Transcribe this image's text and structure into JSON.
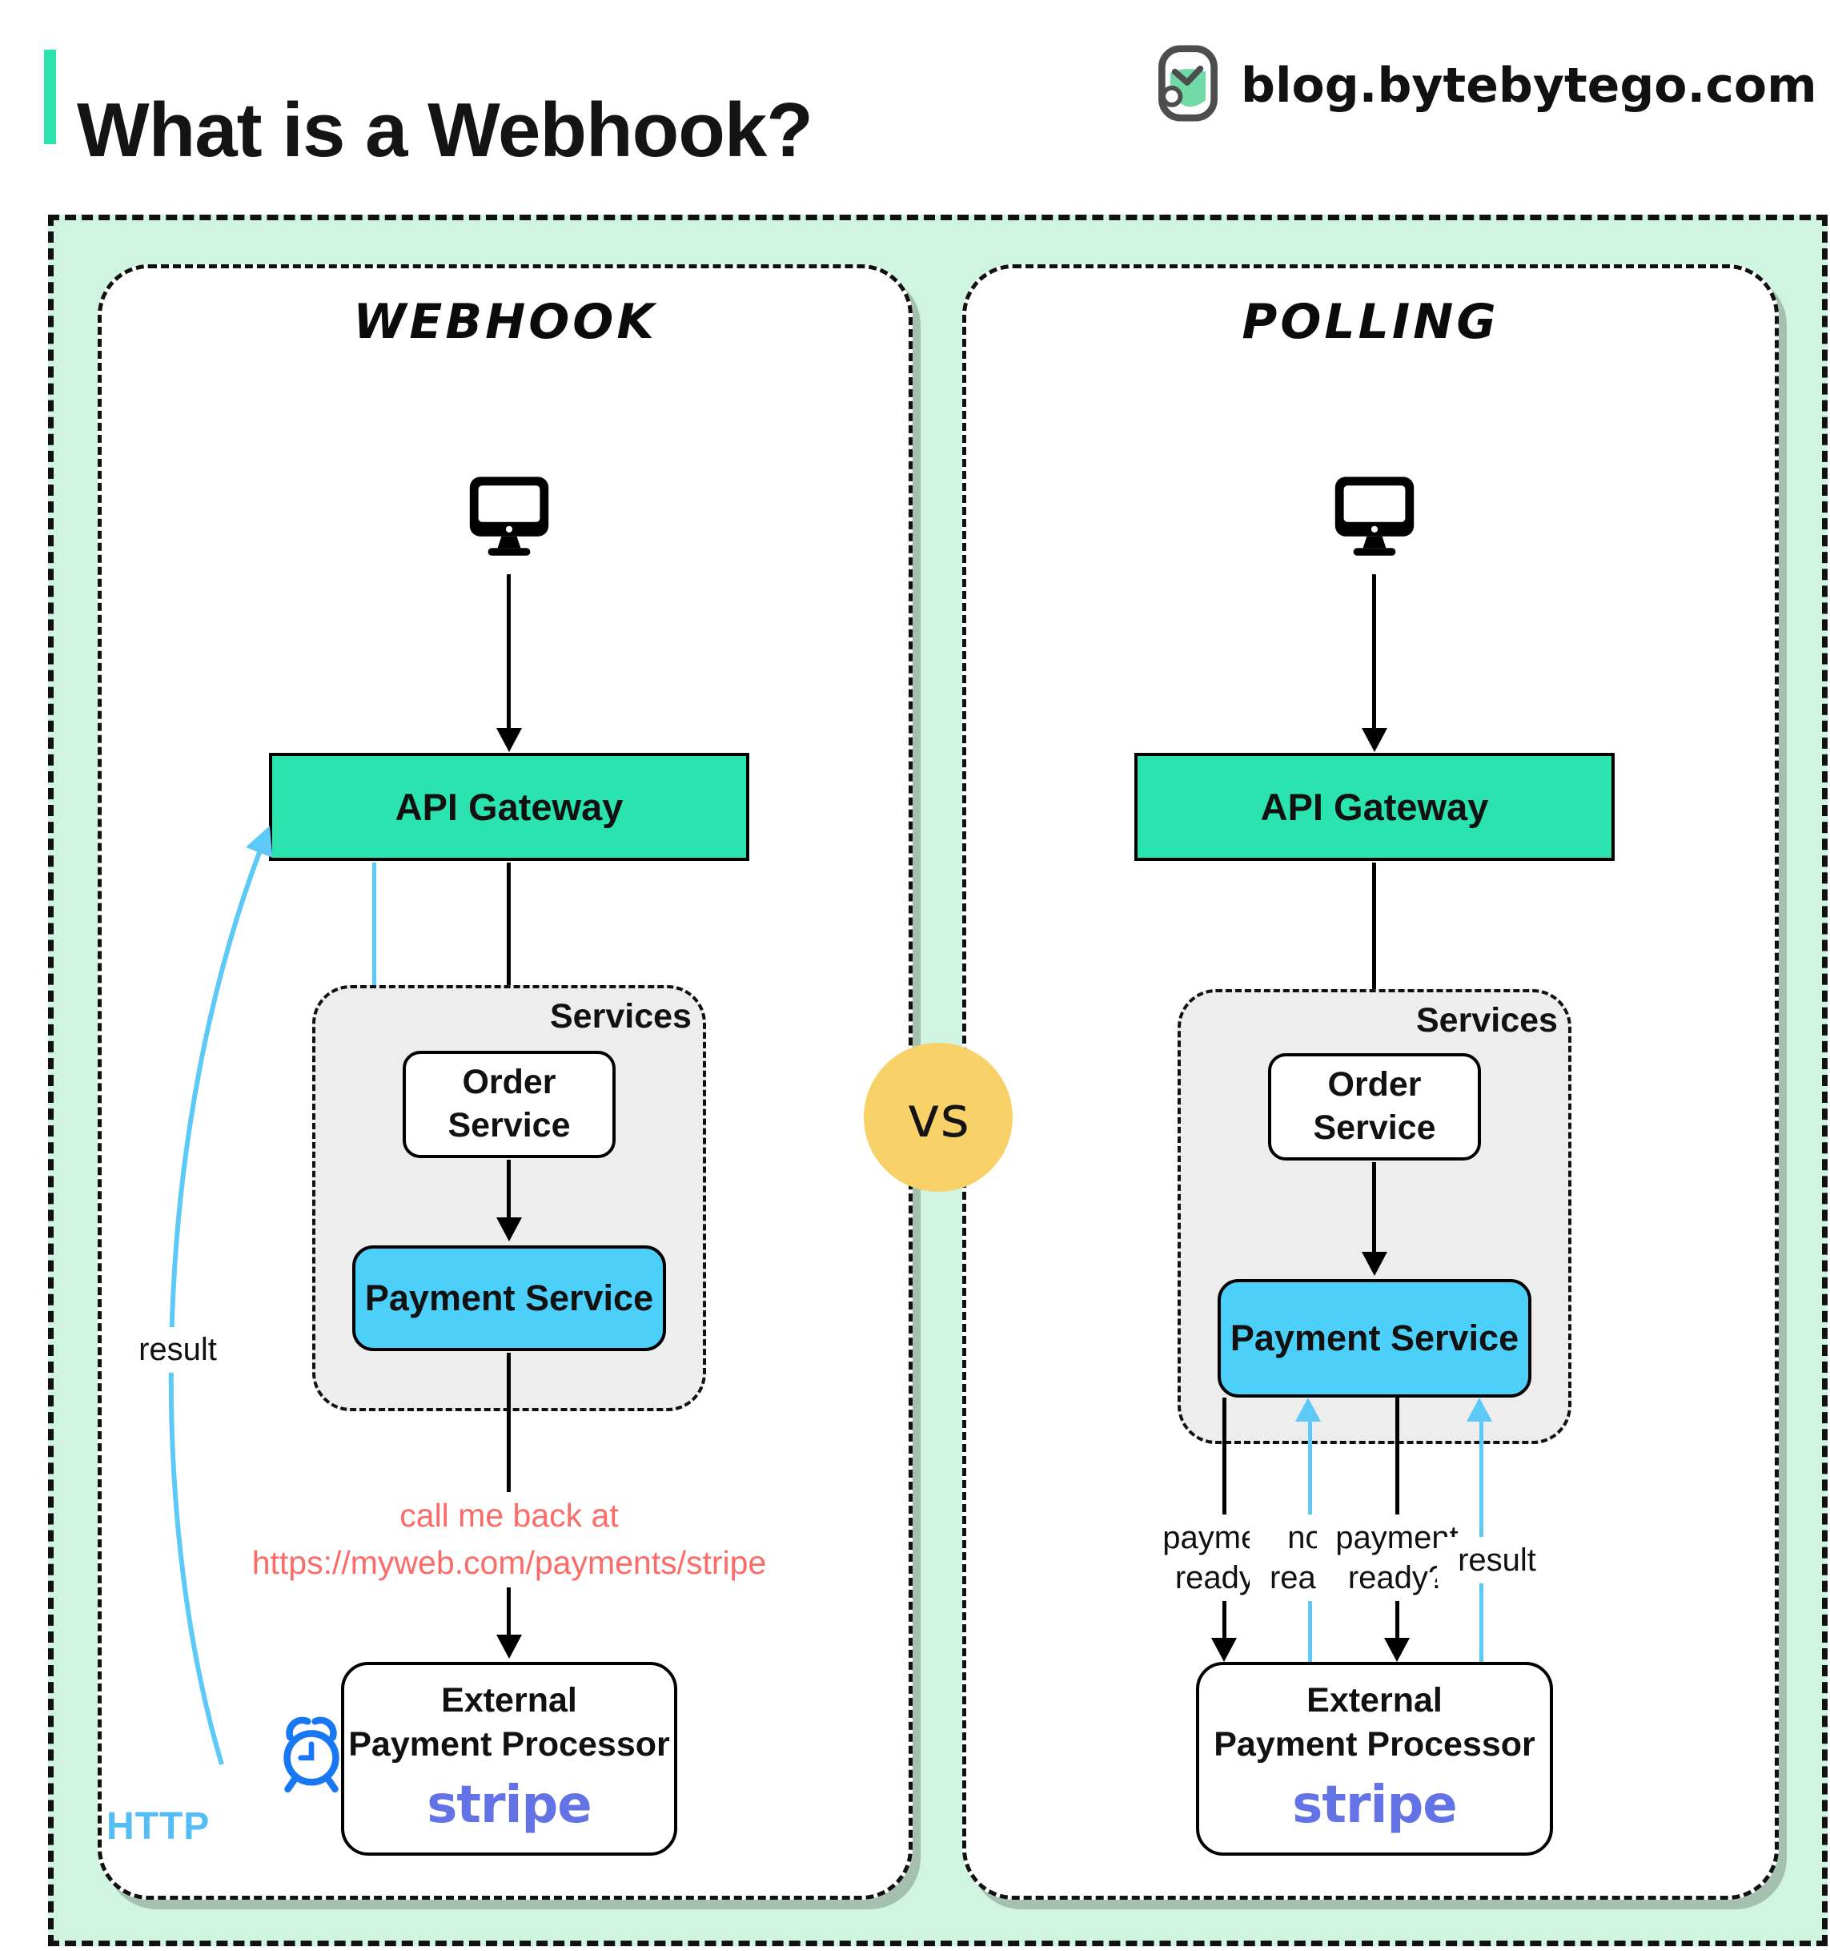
{
  "header": {
    "title": "What is a Webhook?",
    "site_url": "blog.bytebytego.com"
  },
  "vs_badge": "vs",
  "colors": {
    "accent_teal": "#2BE3AE",
    "mint_background": "#CFF5E0",
    "panel_shadow": "#A5C0AE",
    "api_gateway_fill": "#2BE3AE",
    "payment_service_fill": "#4CCFF8",
    "flow_arrow_blue": "#5CC9F7",
    "callback_red": "#FB6C68",
    "stripe_purple": "#6372E5",
    "vs_yellow": "#F8D169",
    "alarm_clock_blue": "#1877F2",
    "services_gray": "#EDEDED"
  },
  "icons": {
    "logo": "bytebytego-logo",
    "client": "desktop-monitor",
    "timer": "alarm-clock"
  },
  "webhook_panel": {
    "title": "Webhook",
    "api_gateway_label": "API Gateway",
    "services_label": "Services",
    "order_service_line1": "Order",
    "order_service_line2": "Service",
    "payment_service_label": "Payment Service",
    "callback_line1": "call me back at",
    "callback_line2": "https://myweb.com/payments/stripe",
    "result_label": "result",
    "http_label": "HTTP",
    "external_line1": "External",
    "external_line2": "Payment Processor",
    "processor_brand": "stripe"
  },
  "polling_panel": {
    "title": "Polling",
    "api_gateway_label": "API Gateway",
    "services_label": "Services",
    "order_service_line1": "Order",
    "order_service_line2": "Service",
    "payment_service_label": "Payment Service",
    "flows": [
      {
        "line1": "payment",
        "line2": "ready?",
        "direction": "down",
        "color": "black"
      },
      {
        "line1": "not",
        "line2": "ready",
        "direction": "up",
        "color": "blue"
      },
      {
        "line1": "payment",
        "line2": "ready?",
        "direction": "down",
        "color": "black"
      },
      {
        "line1": "result",
        "line2": "",
        "direction": "up",
        "color": "blue"
      }
    ],
    "external_line1": "External",
    "external_line2": "Payment Processor",
    "processor_brand": "stripe"
  }
}
